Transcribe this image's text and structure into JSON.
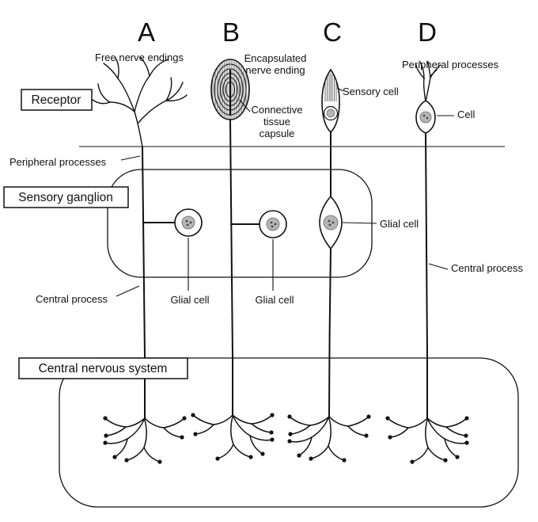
{
  "diagram": {
    "columns": [
      {
        "letter": "A"
      },
      {
        "letter": "B"
      },
      {
        "letter": "C"
      },
      {
        "letter": "D"
      }
    ],
    "region_labels": {
      "receptor": "Receptor",
      "sensory_ganglion": "Sensory ganglion",
      "central_nervous_system": "Central nervous system"
    },
    "annotations": {
      "free_nerve_endings": "Free nerve endings",
      "encapsulated_1": "Encapsulated",
      "encapsulated_2": "nerve ending",
      "connective_1": "Connective",
      "connective_2": "tissue",
      "connective_3": "capsule",
      "sensory_cell": "Sensory cell",
      "peripheral_processes_top": "Peripheral processes",
      "cell": "Cell",
      "peripheral_processes_left": "Peripheral processes",
      "glial_cell_right": "Glial cell",
      "central_process_right": "Central process",
      "central_process_left": "Central process",
      "glial_cell_a": "Glial cell",
      "glial_cell_b": "Glial cell"
    },
    "colors": {
      "ganglion_fill": "#eaf5cf",
      "cns_fill": "#fbf7da",
      "line": "#111111",
      "nucleus_fill": "#b5b5b5"
    }
  }
}
